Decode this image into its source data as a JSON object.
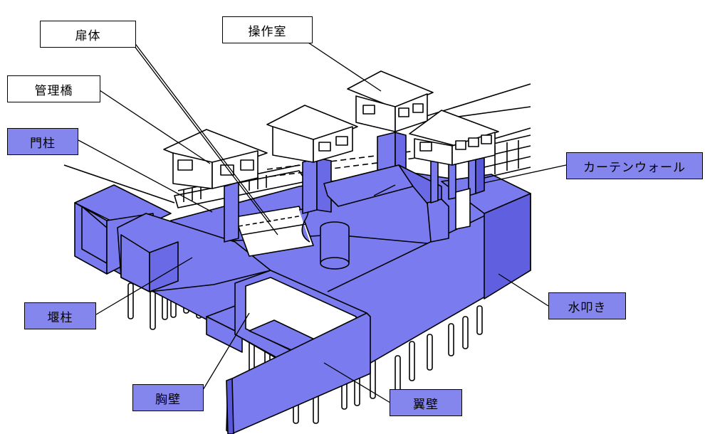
{
  "labels": {
    "sotai": "扉体",
    "sousashitsu": "操作室",
    "kanrikyou": "管理橋",
    "monchu": "門柱",
    "curtain_wall": "カーテンウォール",
    "entyu": "堰柱",
    "mizutataki": "水叩き",
    "kyouheki": "胸壁",
    "yokuheki": "翼壁"
  },
  "colors": {
    "concrete_fill": "#7b7bf0",
    "concrete_dark": "#5858d8",
    "outline": "#000000",
    "label_blue": "#8585ee",
    "label_white": "#ffffff"
  }
}
